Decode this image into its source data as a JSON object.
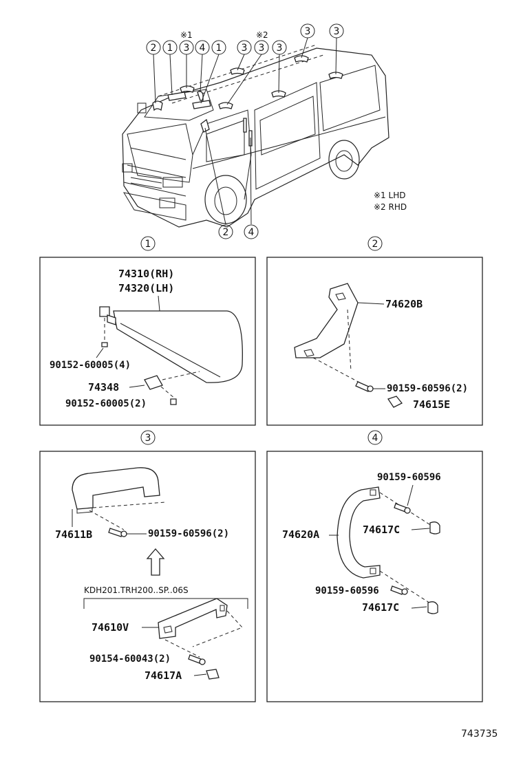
{
  "overview": {
    "callouts_top": [
      "2",
      "1",
      "3",
      "4",
      "1",
      "3",
      "3",
      "3",
      "3",
      "3"
    ],
    "callouts_bottom": [
      "2",
      "4"
    ],
    "marks": {
      "lhd_mark": "※1",
      "rhd_mark": "※2"
    },
    "legend": [
      "※1 LHD",
      "※2 RHD"
    ]
  },
  "panels": [
    {
      "index": "1",
      "labels": [
        "74310(RH)",
        "74320(LH)",
        "90152-60005(4)",
        "74348",
        "90152-60005(2)"
      ]
    },
    {
      "index": "2",
      "labels": [
        "74620B",
        "90159-60596(2)",
        "74615E"
      ]
    },
    {
      "index": "3",
      "labels": [
        "74611B",
        "90159-60596(2)",
        "KDH201.TRH200..SP..06S",
        "74610V",
        "90154-60043(2)",
        "74617A"
      ]
    },
    {
      "index": "4",
      "labels": [
        "90159-60596",
        "74620A",
        "74617C",
        "90159-60596",
        "74617C"
      ]
    }
  ],
  "diagram_id": "743735"
}
